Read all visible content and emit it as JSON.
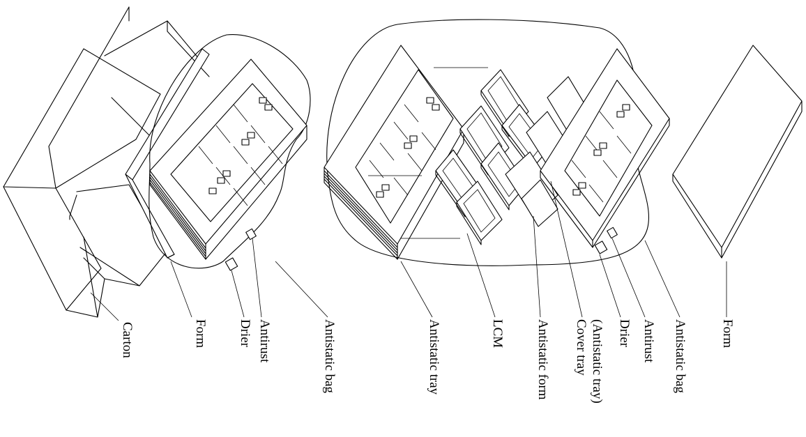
{
  "figure": {
    "labels": {
      "carton": "Carton",
      "form_left": "Form",
      "drier_left": "Drier",
      "antirust_left": "Antirust",
      "bag_left": "Antistatic bag",
      "tray": "Antistatic tray",
      "lcm": "LCM",
      "antistatic_form": "Antistatic form",
      "cover_tray_1": "Cover tray",
      "cover_tray_2": "(Antistatic tray)",
      "drier_right": "Drier",
      "antirust_right": "Antirust",
      "bag_right": "Antistatic bag",
      "form_right": "Form"
    }
  }
}
